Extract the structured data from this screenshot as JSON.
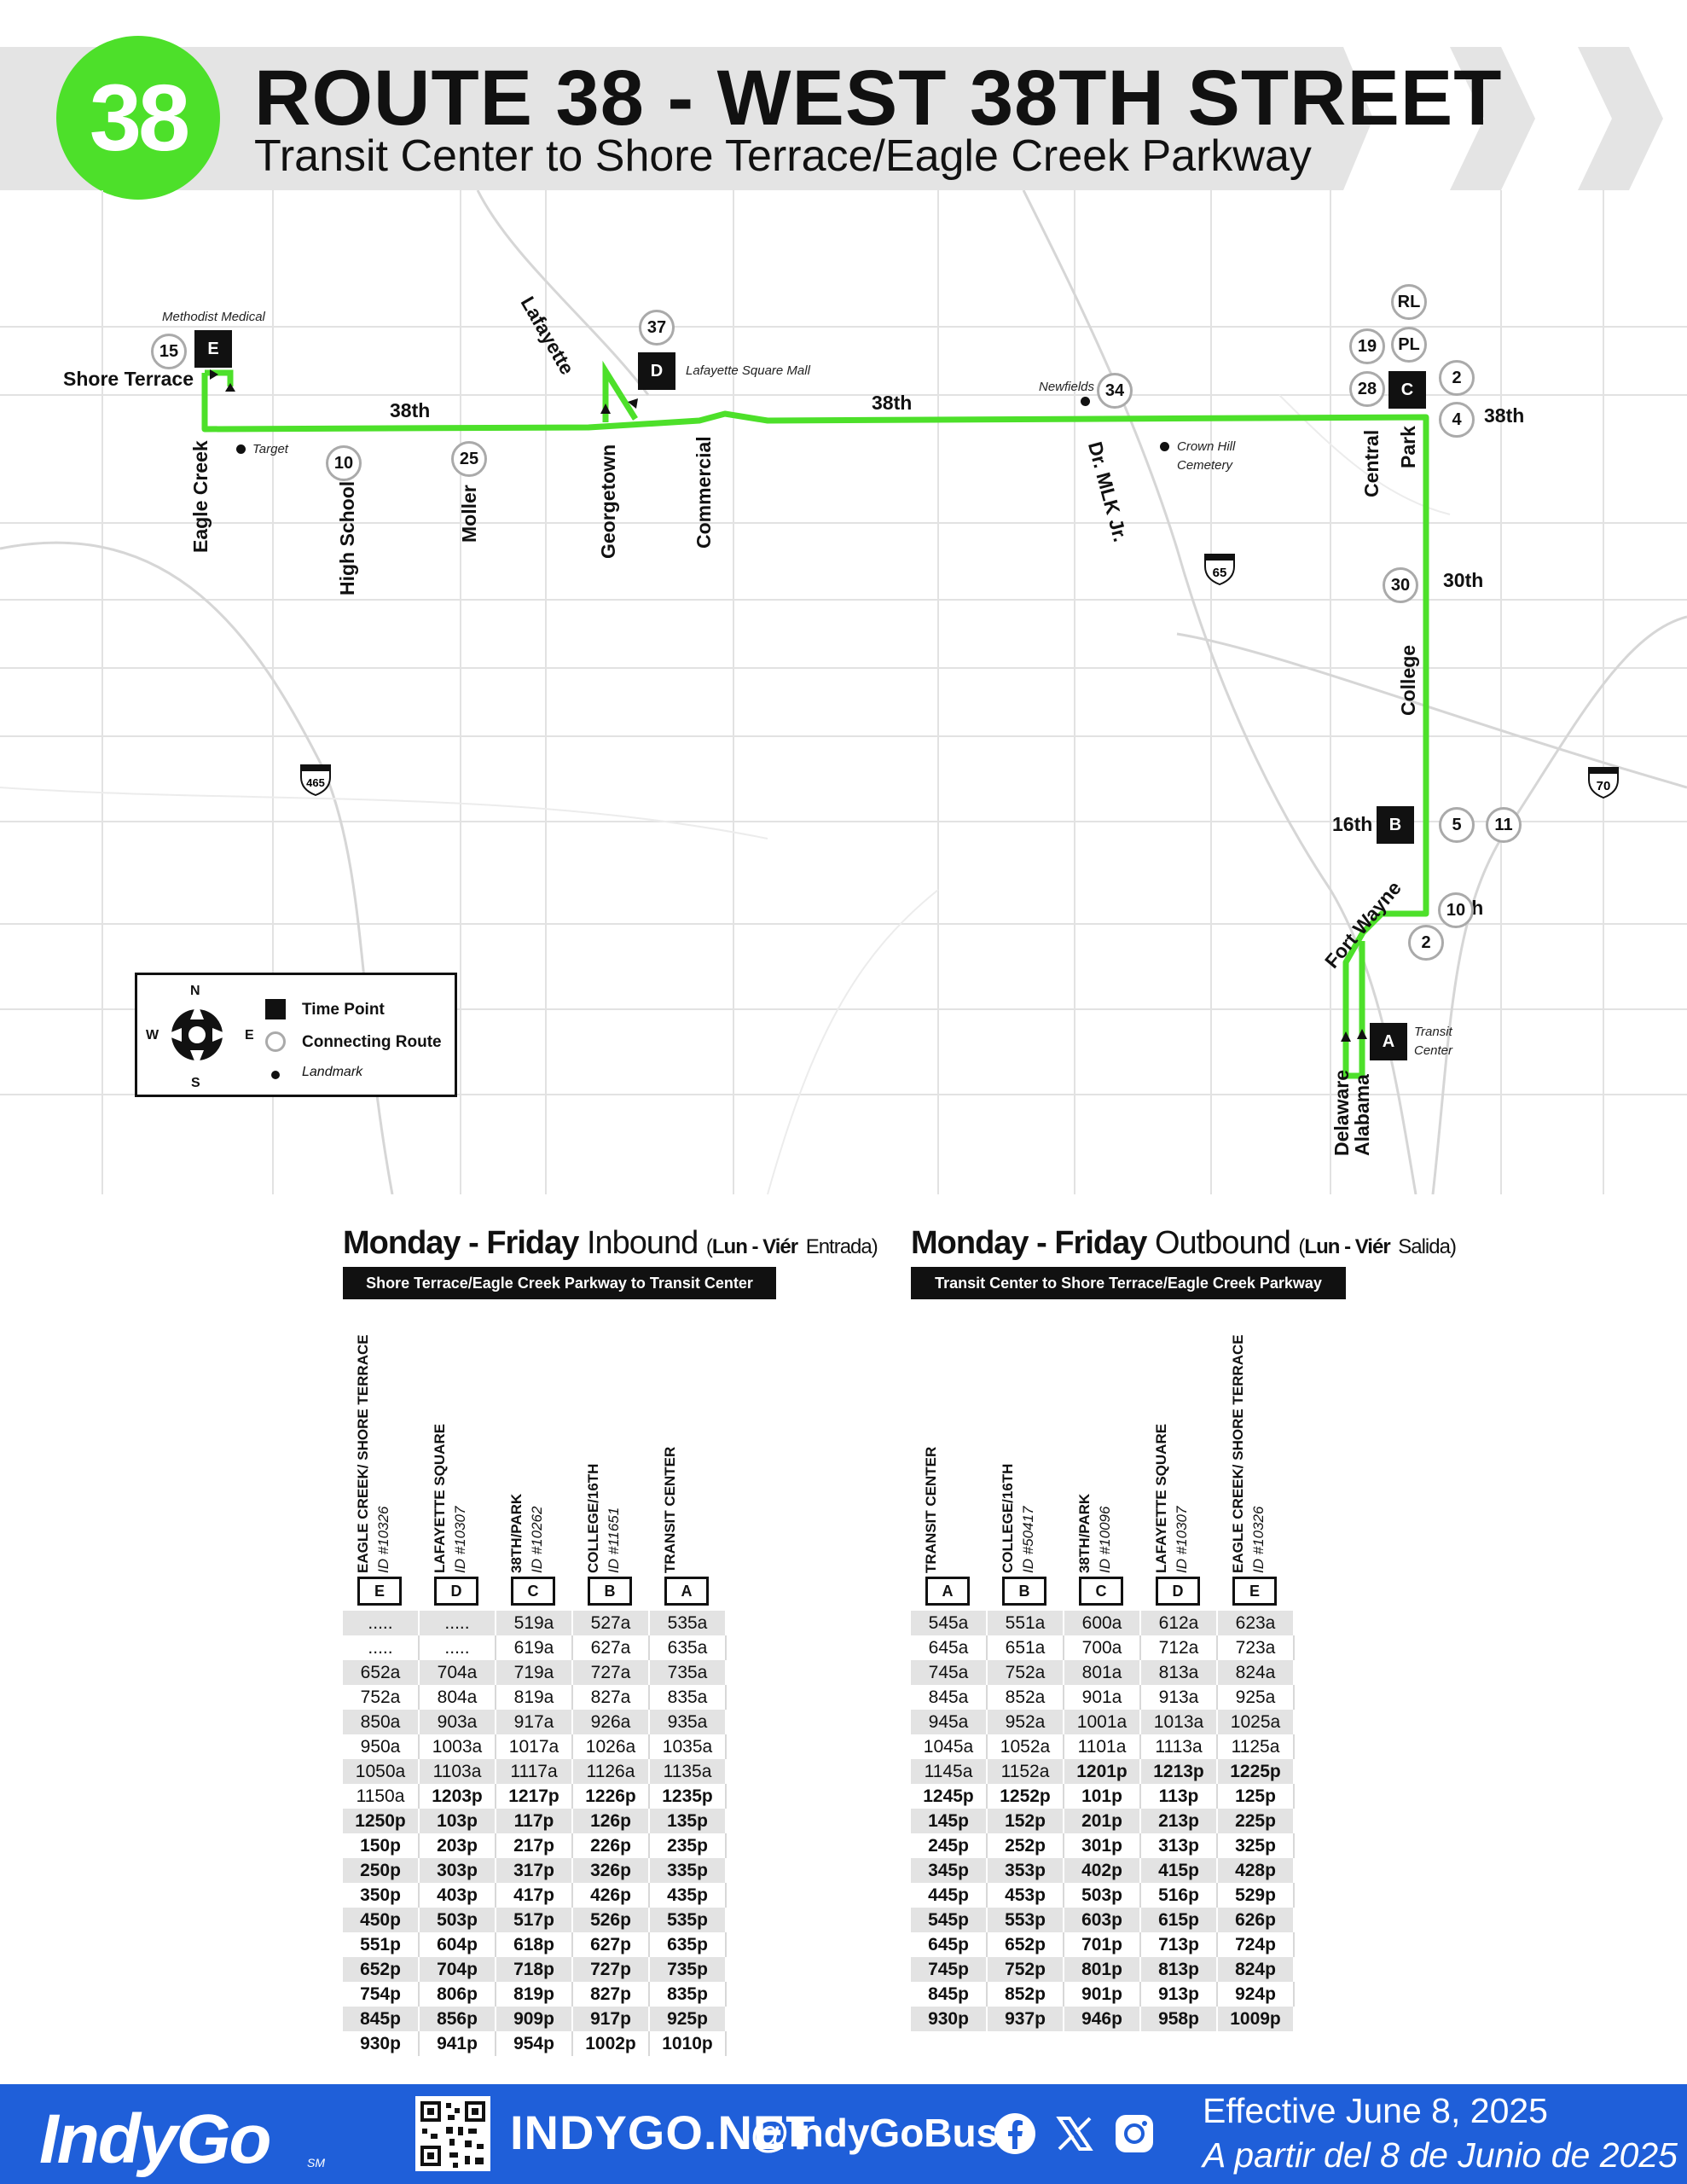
{
  "header": {
    "route_number": "38",
    "title": "ROUTE 38 - WEST 38TH STREET",
    "subtitle": "Transit Center to Shore Terrace/Eagle Creek Parkway",
    "accent_color": "#4de02a"
  },
  "map": {
    "street_labels": {
      "s38th_a": "38th",
      "s38th_b": "38th",
      "s38th_c": "38th",
      "th30": "30th",
      "th16": "16th",
      "th10": "10th",
      "lafayette": "Lafayette",
      "eagle_creek": "Eagle Creek",
      "high_school": "High School",
      "moller": "Moller",
      "georgetown": "Georgetown",
      "commercial": "Commercial",
      "mlk": "Dr. MLK Jr.",
      "central": "Central",
      "park": "Park",
      "college": "College",
      "fort_wayne": "Fort Wayne",
      "delaware": "Delaware",
      "alabama": "Alabama",
      "shore_terrace": "Shore Terrace"
    },
    "landmarks": {
      "methodist": "Methodist Medical",
      "lafayette_mall": "Lafayette Square Mall",
      "newfields": "Newfields",
      "target": "Target",
      "crown_hill": "Crown Hill",
      "cemetery": "Cemetery",
      "transit": "Transit",
      "center": "Center"
    },
    "time_points": {
      "A": "A",
      "B": "B",
      "C": "C",
      "D": "D",
      "E": "E"
    },
    "connecting_routes": {
      "r15": "15",
      "r37": "37",
      "r34": "34",
      "rRL": "RL",
      "rPL": "PL",
      "r19": "19",
      "r28": "28",
      "r2a": "2",
      "r4": "4",
      "r10a": "10",
      "r25": "25",
      "r30": "30",
      "r5": "5",
      "r11": "11",
      "r10b": "10",
      "r2b": "2"
    },
    "shields": {
      "i465": "465",
      "i65": "65",
      "i70": "70"
    },
    "legend": {
      "north": "N",
      "south": "S",
      "east": "E",
      "west": "W",
      "time_point": "Time Point",
      "connecting_route": "Connecting Route",
      "landmark": "Landmark"
    }
  },
  "inbound": {
    "head_day": "Monday - Friday",
    "head_dir": "Inbound",
    "head_sp_open": "(",
    "head_sp_day": "Lun - Viér",
    "head_sp_dir": "Entrada)",
    "bar": "Shore Terrace/Eagle Creek Parkway to Transit Center",
    "columns": [
      {
        "name": "EAGLE CREEK/ SHORE TERRACE",
        "id": "ID #10326",
        "letter": "E"
      },
      {
        "name": "LAFAYETTE SQUARE",
        "id": "ID #10307",
        "letter": "D"
      },
      {
        "name": "38TH/PARK",
        "id": "ID #10262",
        "letter": "C"
      },
      {
        "name": "COLLEGE/16TH",
        "id": "ID #11651",
        "letter": "B"
      },
      {
        "name": "TRANSIT CENTER",
        "id": "",
        "letter": "A"
      }
    ],
    "rows": [
      [
        ".....",
        ".....",
        "519a",
        "527a",
        "535a"
      ],
      [
        ".....",
        ".....",
        "619a",
        "627a",
        "635a"
      ],
      [
        "652a",
        "704a",
        "719a",
        "727a",
        "735a"
      ],
      [
        "752a",
        "804a",
        "819a",
        "827a",
        "835a"
      ],
      [
        "850a",
        "903a",
        "917a",
        "926a",
        "935a"
      ],
      [
        "950a",
        "1003a",
        "1017a",
        "1026a",
        "1035a"
      ],
      [
        "1050a",
        "1103a",
        "1117a",
        "1126a",
        "1135a"
      ],
      [
        "1150a",
        "1203p",
        "1217p",
        "1226p",
        "1235p"
      ],
      [
        "1250p",
        "103p",
        "117p",
        "126p",
        "135p"
      ],
      [
        "150p",
        "203p",
        "217p",
        "226p",
        "235p"
      ],
      [
        "250p",
        "303p",
        "317p",
        "326p",
        "335p"
      ],
      [
        "350p",
        "403p",
        "417p",
        "426p",
        "435p"
      ],
      [
        "450p",
        "503p",
        "517p",
        "526p",
        "535p"
      ],
      [
        "551p",
        "604p",
        "618p",
        "627p",
        "635p"
      ],
      [
        "652p",
        "704p",
        "718p",
        "727p",
        "735p"
      ],
      [
        "754p",
        "806p",
        "819p",
        "827p",
        "835p"
      ],
      [
        "845p",
        "856p",
        "909p",
        "917p",
        "925p"
      ],
      [
        "930p",
        "941p",
        "954p",
        "1002p",
        "1010p"
      ]
    ]
  },
  "outbound": {
    "head_day": "Monday - Friday",
    "head_dir": "Outbound",
    "head_sp_open": "(",
    "head_sp_day": "Lun - Viér",
    "head_sp_dir": "Salida)",
    "bar": "Transit Center to Shore Terrace/Eagle Creek Parkway",
    "columns": [
      {
        "name": "TRANSIT CENTER",
        "id": "",
        "letter": "A"
      },
      {
        "name": "COLLEGE/16TH",
        "id": "ID #50417",
        "letter": "B"
      },
      {
        "name": "38TH/PARK",
        "id": "ID #10096",
        "letter": "C"
      },
      {
        "name": "LAFAYETTE SQUARE",
        "id": "ID #10307",
        "letter": "D"
      },
      {
        "name": "EAGLE CREEK/ SHORE TERRACE",
        "id": "ID #10326",
        "letter": "E"
      }
    ],
    "rows": [
      [
        "545a",
        "551a",
        "600a",
        "612a",
        "623a"
      ],
      [
        "645a",
        "651a",
        "700a",
        "712a",
        "723a"
      ],
      [
        "745a",
        "752a",
        "801a",
        "813a",
        "824a"
      ],
      [
        "845a",
        "852a",
        "901a",
        "913a",
        "925a"
      ],
      [
        "945a",
        "952a",
        "1001a",
        "1013a",
        "1025a"
      ],
      [
        "1045a",
        "1052a",
        "1101a",
        "1113a",
        "1125a"
      ],
      [
        "1145a",
        "1152a",
        "1201p",
        "1213p",
        "1225p"
      ],
      [
        "1245p",
        "1252p",
        "101p",
        "113p",
        "125p"
      ],
      [
        "145p",
        "152p",
        "201p",
        "213p",
        "225p"
      ],
      [
        "245p",
        "252p",
        "301p",
        "313p",
        "325p"
      ],
      [
        "345p",
        "353p",
        "402p",
        "415p",
        "428p"
      ],
      [
        "445p",
        "453p",
        "503p",
        "516p",
        "529p"
      ],
      [
        "545p",
        "553p",
        "603p",
        "615p",
        "626p"
      ],
      [
        "645p",
        "652p",
        "701p",
        "713p",
        "724p"
      ],
      [
        "745p",
        "752p",
        "801p",
        "813p",
        "824p"
      ],
      [
        "845p",
        "852p",
        "901p",
        "913p",
        "924p"
      ],
      [
        "930p",
        "937p",
        "946p",
        "958p",
        "1009p"
      ]
    ]
  },
  "footer": {
    "logo": "IndyGo",
    "sm": "SM",
    "url": "INDYGO.NET",
    "handle": "@IndyGoBus",
    "effective_en": "Effective June 8, 2025",
    "effective_es": "A partir del 8 de Junio de 2025",
    "bg_color": "#1f5fd9"
  }
}
